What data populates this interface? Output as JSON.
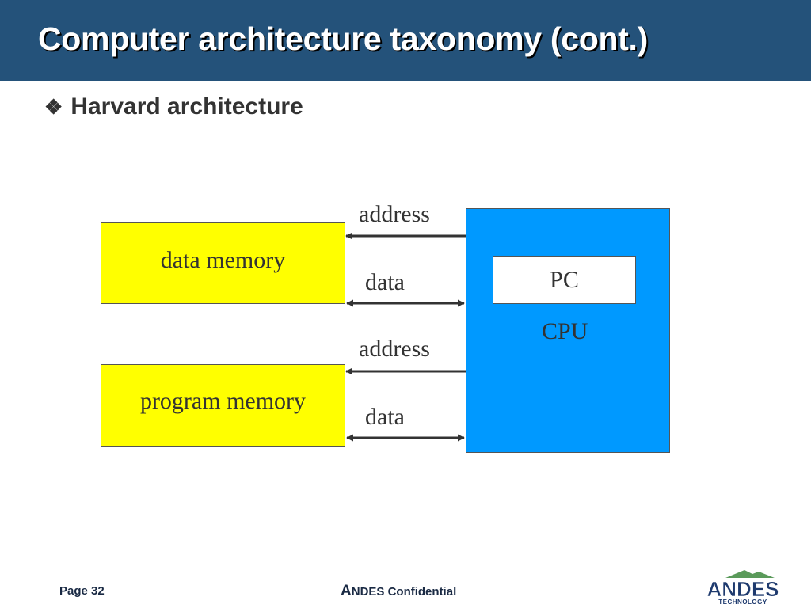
{
  "slide": {
    "title": "Computer architecture taxonomy (cont.)",
    "bullet_glyph": "❖",
    "bullet": "Harvard architecture"
  },
  "diagram": {
    "data_memory": "data memory",
    "program_memory": "program memory",
    "cpu": "CPU",
    "pc": "PC",
    "bus_labels": {
      "data_address": "address",
      "data_data": "data",
      "program_address": "address",
      "program_data": "data"
    }
  },
  "footer": {
    "page": "Page 32",
    "confidential_initial": "A",
    "confidential_rest": "NDES Confidential",
    "logo_main": "ANDES",
    "logo_sub": "TECHNOLOGY"
  },
  "colors": {
    "title_bar": "#24527a",
    "memory_fill": "#ffff00",
    "cpu_fill": "#0099ff",
    "logo_green": "#5a9a5a",
    "logo_navy": "#1e3a6e"
  }
}
